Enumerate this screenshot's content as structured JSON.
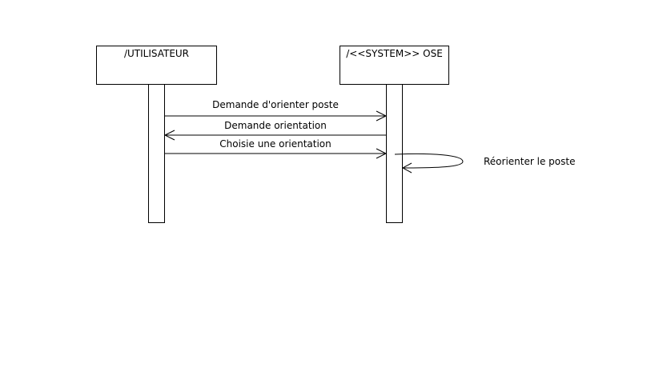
{
  "participants": [
    {
      "id": "user",
      "label": "/UTILISATEUR"
    },
    {
      "id": "system",
      "label": "/<<SYSTEM>> OSE"
    }
  ],
  "messages": [
    {
      "label": "Demande d'orienter poste",
      "from": "user",
      "to": "system"
    },
    {
      "label": "Demande orientation",
      "from": "system",
      "to": "user"
    },
    {
      "label": "Choisie une orientation",
      "from": "user",
      "to": "system"
    }
  ],
  "self_message": {
    "label": "Réorienter le poste",
    "on": "system"
  }
}
